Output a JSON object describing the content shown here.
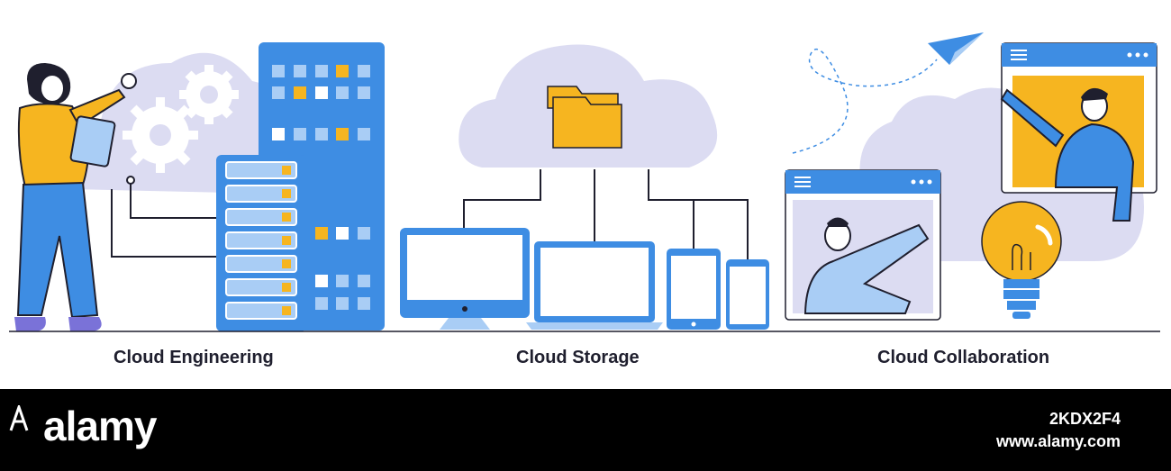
{
  "captions": {
    "left": "Cloud Engineering",
    "middle": "Cloud Storage",
    "right": "Cloud Collaboration"
  },
  "footer": {
    "logo": "alamy",
    "image_id": "2KDX2F4",
    "site": "www.alamy.com"
  },
  "colors": {
    "cloud": "#dcdcf2",
    "blue": "#3e8de3",
    "light_blue": "#a9cdf5",
    "yellow": "#f6b520",
    "dark": "#1f1f2e"
  },
  "icons": [
    "gear-icon",
    "server-rack-icon",
    "folder-icon",
    "monitor-icon",
    "laptop-icon",
    "tablet-icon",
    "phone-icon",
    "paper-plane-icon",
    "light-bulb-icon"
  ]
}
